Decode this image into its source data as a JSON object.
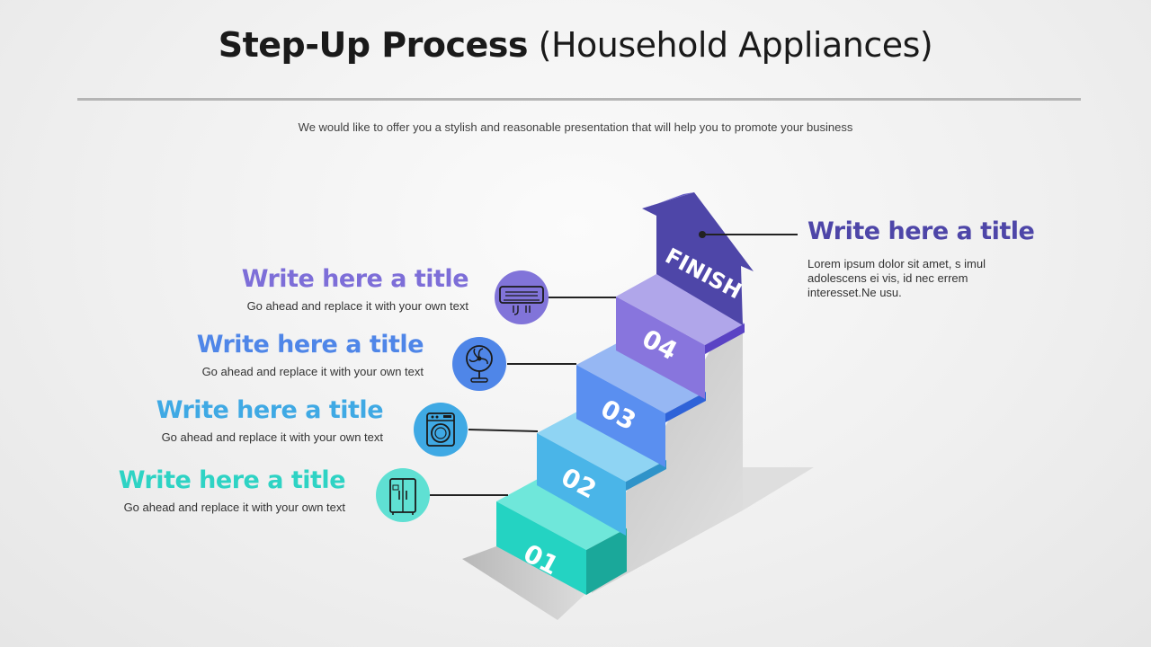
{
  "header": {
    "title_bold": "Step-Up Process",
    "title_light": "(Household Appliances)",
    "subtitle": "We would like to offer you a stylish and reasonable presentation that will help you to promote your business"
  },
  "steps": [
    {
      "number": "01",
      "title": "Write here a title",
      "description": "Go ahead and replace it with your own text",
      "icon": "refrigerator-icon",
      "color": "#2ed3c4"
    },
    {
      "number": "02",
      "title": "Write here a title",
      "description": "Go ahead and replace it with your own text",
      "icon": "washing-machine-icon",
      "color": "#3fa9e4"
    },
    {
      "number": "03",
      "title": "Write here a title",
      "description": "Go ahead and replace it with your own text",
      "icon": "fan-icon",
      "color": "#4f86e8"
    },
    {
      "number": "04",
      "title": "Write here a title",
      "description": "Go ahead and replace it with your own text",
      "icon": "air-conditioner-icon",
      "color": "#7d6ed8"
    }
  ],
  "finish": {
    "label": "FINISH",
    "title": "Write here a title",
    "description": "Lorem ipsum dolor sit amet, s imul adolescens ei vis, id nec errem interesset.Ne usu.",
    "color": "#4e46a8"
  }
}
